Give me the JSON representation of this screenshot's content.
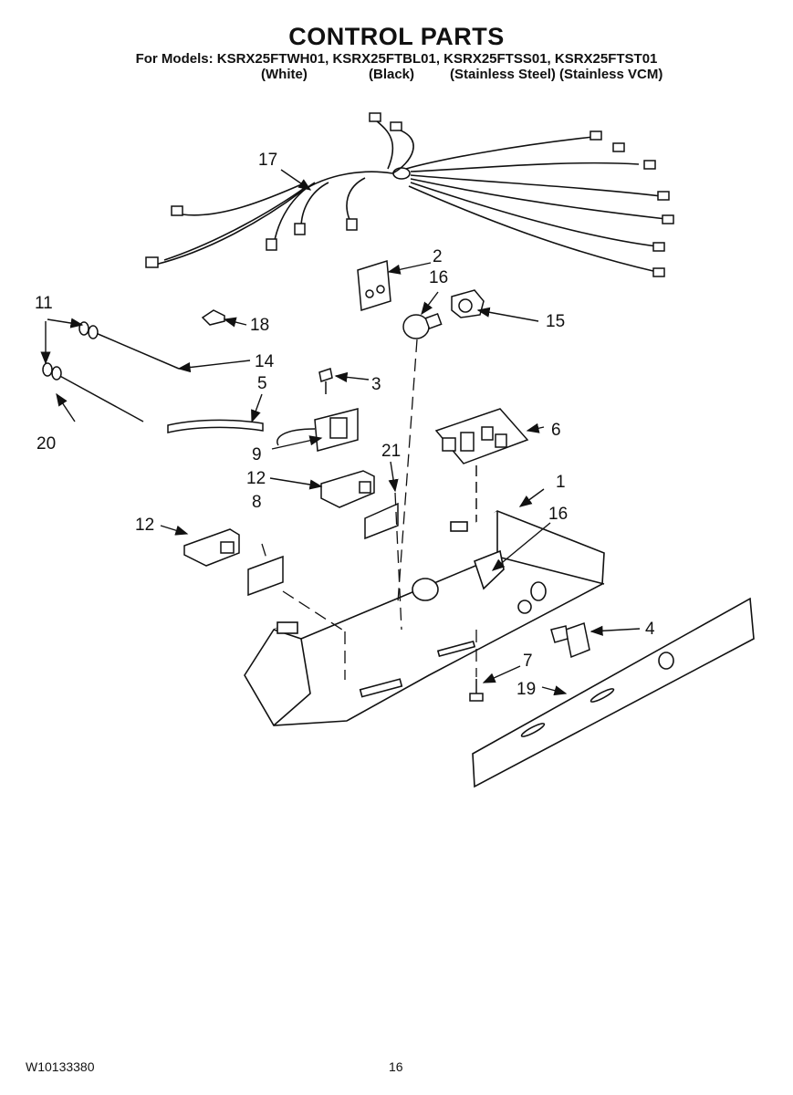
{
  "header": {
    "title": "CONTROL PARTS",
    "models_line": "For Models: KSRX25FTWH01, KSRX25FTBL01, KSRX25FTSS01, KSRX25FTST01",
    "colors": [
      "(White)",
      "(Black)",
      "(Stainless Steel)",
      "(Stainless VCM)"
    ]
  },
  "callouts": {
    "c1": "1",
    "c2": "2",
    "c3": "3",
    "c4": "4",
    "c5": "5",
    "c6": "6",
    "c7": "7",
    "c8": "8",
    "c9": "9",
    "c11": "11",
    "c12a": "12",
    "c12b": "12",
    "c14": "14",
    "c15": "15",
    "c16a": "16",
    "c16b": "16",
    "c17": "17",
    "c18": "18",
    "c19": "19",
    "c20": "20",
    "c21": "21"
  },
  "footer": {
    "doc_number": "W10133380",
    "page": "16"
  }
}
